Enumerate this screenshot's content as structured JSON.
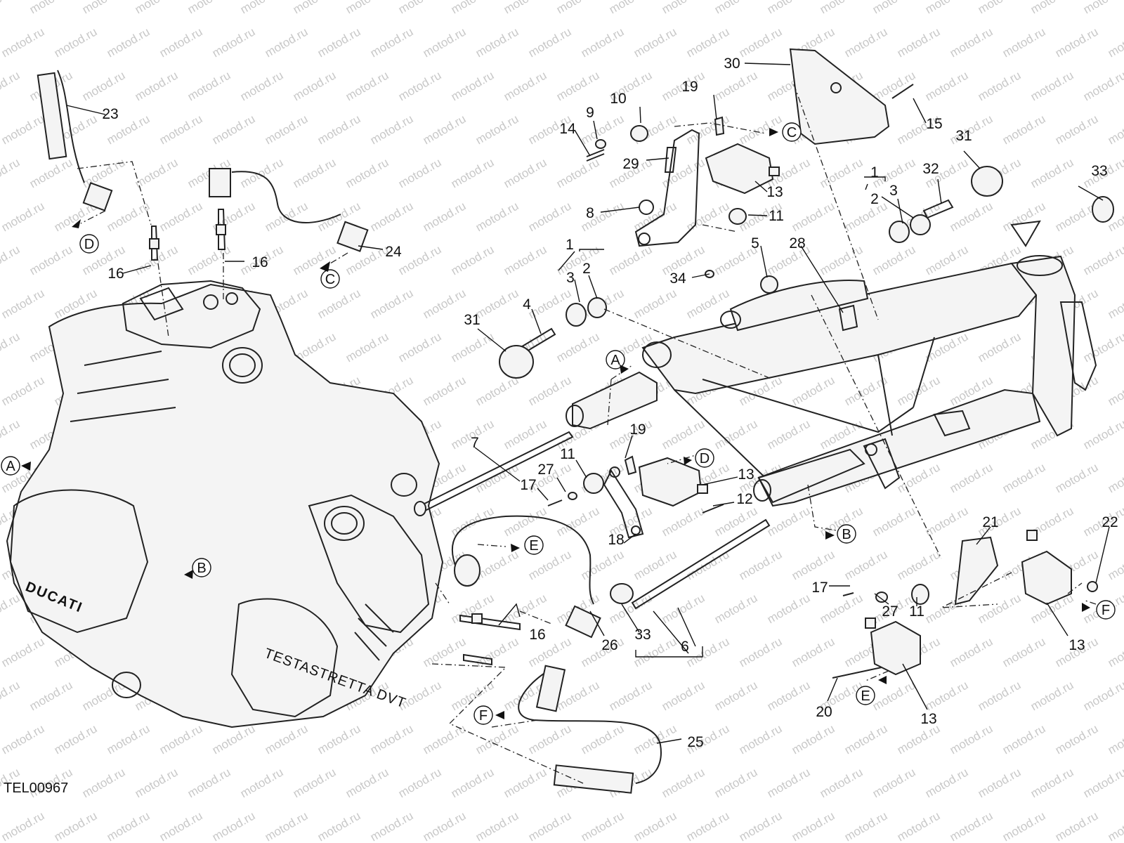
{
  "watermark": "motod.ru",
  "drawing_code": "TEL00967",
  "callouts": [
    "1",
    "1",
    "2",
    "2",
    "3",
    "3",
    "4",
    "5",
    "6",
    "7",
    "8",
    "9",
    "10",
    "11",
    "11",
    "11",
    "11",
    "12",
    "13",
    "13",
    "13",
    "13",
    "13",
    "14",
    "15",
    "16",
    "16",
    "16",
    "17",
    "17",
    "18",
    "19",
    "19",
    "20",
    "21",
    "22",
    "23",
    "24",
    "25",
    "26",
    "27",
    "27",
    "28",
    "29",
    "30",
    "31",
    "31",
    "32",
    "33",
    "33",
    "34"
  ],
  "connectors": [
    "A",
    "A",
    "B",
    "B",
    "C",
    "C",
    "D",
    "D",
    "E",
    "E",
    "F",
    "F"
  ],
  "brand_marks": [
    "DUCATI",
    "TESTASTRETTA DVT"
  ],
  "parts": [
    {
      "id": "engine",
      "icon": "engine-icon"
    },
    {
      "id": "frame",
      "icon": "frame-icon"
    },
    {
      "id": "ignition-coil",
      "icon": "coil-icon"
    },
    {
      "id": "spark-plug",
      "icon": "spark-plug-icon"
    },
    {
      "id": "ht-lead",
      "icon": "cable-icon"
    }
  ]
}
